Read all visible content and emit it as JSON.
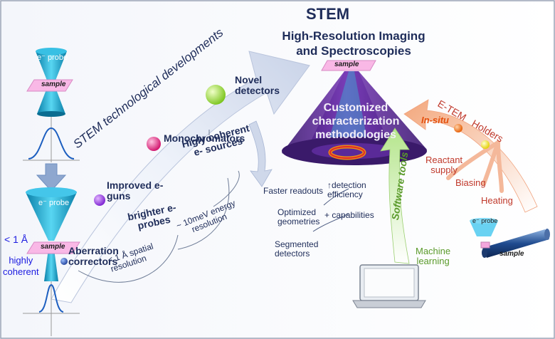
{
  "title": "STEM",
  "subtitle": "High-Resolution Imaging\nand Spectroscopies",
  "arrow_label": "STEM technological developments",
  "left_panel": {
    "probe_top": "e⁻ probe",
    "sample_top": "sample",
    "probe_bottom": "e⁻ probe",
    "sample_bottom": "sample",
    "resolution": "< 1 Å",
    "coherence": "highly\ncoherent"
  },
  "developments": [
    {
      "label": "Aberration\ncorrectors",
      "color": "#1f4aa8",
      "result": "< 1 Å spatial\nresolution"
    },
    {
      "label": "Improved e-\nguns",
      "color": "#8a2be2",
      "result": "brighter e-\nprobes"
    },
    {
      "label": "Monochromators",
      "color": "#e0197a",
      "result": "~ 10meV energy\nresolution"
    },
    {
      "label": "Novel\ndetectors",
      "color": "#8fd12c",
      "result": "Higly coherent\ne- sources"
    }
  ],
  "detectors": {
    "faster": "Faster readouts",
    "efficiency": "↑detection\nefficiency",
    "geometries": "Optimized\ngeometries",
    "capabilities": "+ capabilities",
    "segmented": "Segmented\ndetectors"
  },
  "cone": {
    "sample": "sample",
    "label": "Customized\ncharacterization\nmethodologies"
  },
  "software": {
    "arrow": "Software tools",
    "ml": "Machine\nlearning"
  },
  "etem": {
    "arrow": "E-TEM   Holders",
    "insitu": "In-situ",
    "supply": "Reactant\nsupply",
    "biasing": "Biasing",
    "heating": "Heating",
    "probe": "e⁻ probe",
    "sample": "sample"
  },
  "colors": {
    "navy": "#1f2d5a",
    "insitu": "#e4500e",
    "etem": "#c0392b",
    "software": "#5a9a2a",
    "coherent": "#1a1ae0"
  }
}
